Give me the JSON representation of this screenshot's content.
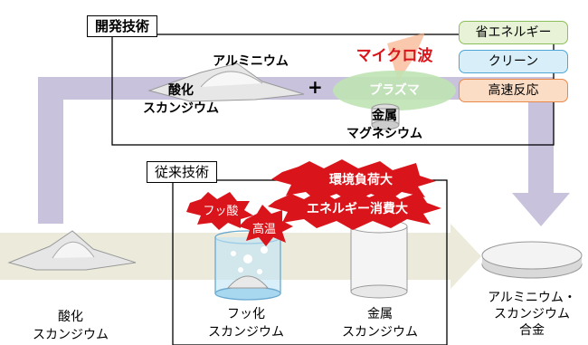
{
  "dev": {
    "title": "開発技術",
    "alumi": "アルミニウム",
    "scandium_oxide": "酸化\nスカンジウム",
    "plus": "+",
    "microwave": "マイクロ波",
    "plasma": "プラズマ",
    "magnesium": "金属\nマグネシウム",
    "features": [
      "省エネルギー",
      "クリーン",
      "高速反応"
    ]
  },
  "conv": {
    "title": "従来技術",
    "bursts": [
      "環境負荷大",
      "エネルギー消費大",
      "フッ酸",
      "高温"
    ]
  },
  "bottom": {
    "oxide": "酸化\nスカンジウム",
    "fluoride": "フッ化\nスカンジウム",
    "metal": "金属\nスカンジウム",
    "alloy": "アルミニウム・\nスカンジウム\n合金"
  },
  "colors": {
    "purple_arrow": "#c9c2dd",
    "beige_arrow": "#ecebdb",
    "green": "#e8f2d6",
    "blue": "#d8eef8",
    "orange": "#fbdcc4",
    "red": "#d9151b"
  }
}
